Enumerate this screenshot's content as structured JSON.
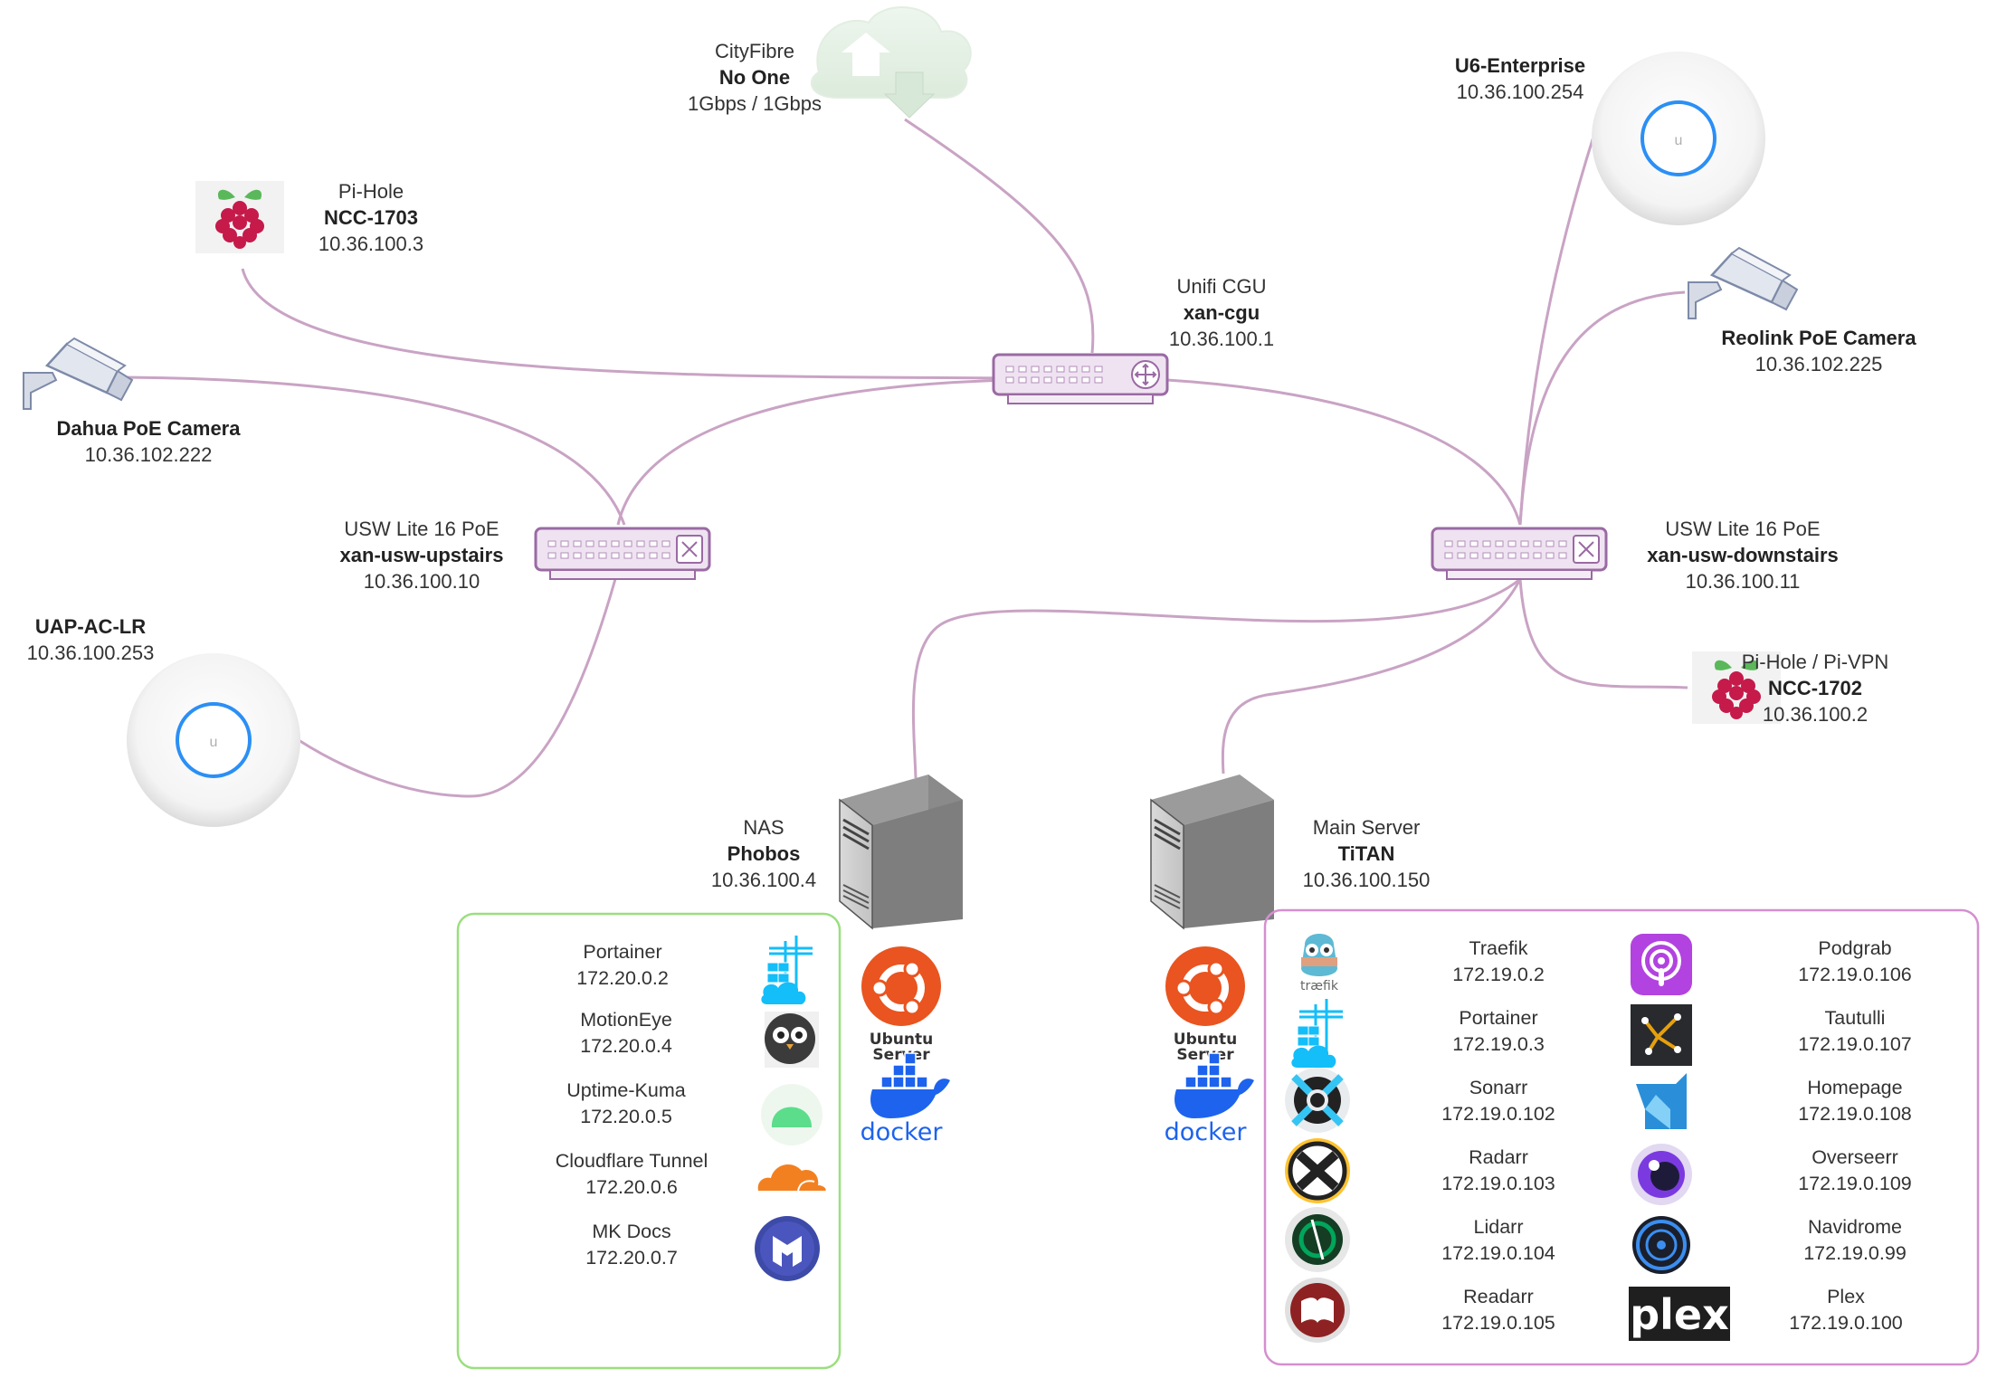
{
  "internet": {
    "provider": "CityFibre",
    "name": "No One",
    "speed": "1Gbps / 1Gbps"
  },
  "router": {
    "model": "Unifi CGU",
    "name": "xan-cgu",
    "ip": "10.36.100.1"
  },
  "pihole_1703": {
    "role": "Pi-Hole",
    "name": "NCC-1703",
    "ip": "10.36.100.3"
  },
  "pihole_1702": {
    "role": "Pi-Hole / Pi-VPN",
    "name": "NCC-1702",
    "ip": "10.36.100.2"
  },
  "dahua_cam": {
    "name": "Dahua PoE Camera",
    "ip": "10.36.102.222"
  },
  "reolink_cam": {
    "name": "Reolink PoE Camera",
    "ip": "10.36.102.225"
  },
  "ap_u6": {
    "name": "U6-Enterprise",
    "ip": "10.36.100.254"
  },
  "ap_lr": {
    "name": "UAP-AC-LR",
    "ip": "10.36.100.253"
  },
  "switch_up": {
    "model": "USW Lite 16 PoE",
    "name": "xan-usw-upstairs",
    "ip": "10.36.100.10"
  },
  "switch_down": {
    "model": "USW Lite 16 PoE",
    "name": "xan-usw-downstairs",
    "ip": "10.36.100.11"
  },
  "nas": {
    "role": "NAS",
    "name": "Phobos",
    "ip": "10.36.100.4"
  },
  "main_server": {
    "role": "Main Server",
    "name": "TiTAN",
    "ip": "10.36.100.150"
  },
  "os_labels": {
    "ubuntu_line1": "Ubuntu",
    "ubuntu_line2": "Server",
    "docker": "docker",
    "traefik": "træfik",
    "plex": "plex"
  },
  "nas_services": [
    {
      "name": "Portainer",
      "ip": "172.20.0.2"
    },
    {
      "name": "MotionEye",
      "ip": "172.20.0.4"
    },
    {
      "name": "Uptime-Kuma",
      "ip": "172.20.0.5"
    },
    {
      "name": "Cloudflare Tunnel",
      "ip": "172.20.0.6"
    },
    {
      "name": "MK Docs",
      "ip": "172.20.0.7"
    }
  ],
  "titan_services_left": [
    {
      "name": "Traefik",
      "ip": "172.19.0.2"
    },
    {
      "name": "Portainer",
      "ip": "172.19.0.3"
    },
    {
      "name": "Sonarr",
      "ip": "172.19.0.102"
    },
    {
      "name": "Radarr",
      "ip": "172.19.0.103"
    },
    {
      "name": "Lidarr",
      "ip": "172.19.0.104"
    },
    {
      "name": "Readarr",
      "ip": "172.19.0.105"
    }
  ],
  "titan_services_right": [
    {
      "name": "Podgrab",
      "ip": "172.19.0.106"
    },
    {
      "name": "Tautulli",
      "ip": "172.19.0.107"
    },
    {
      "name": "Homepage",
      "ip": "172.19.0.108"
    },
    {
      "name": "Overseerr",
      "ip": "172.19.0.109"
    },
    {
      "name": "Navidrome",
      "ip": "172.19.0.99"
    },
    {
      "name": "Plex",
      "ip": "172.19.0.100"
    }
  ],
  "colors": {
    "link": "#c9a3c4",
    "switch_fill": "#efe3f2",
    "switch_stroke": "#9a6aa3",
    "nas_box": "#9adf7e",
    "titan_box": "#d58fd0",
    "ubuntu": "#e95420",
    "docker": "#1d63ed",
    "unifi_ring": "#2b8ff5"
  },
  "icons": {
    "internet": "cloud-updown-icon",
    "router": "router-icon",
    "switch": "switch-icon",
    "pi": "raspberry-pi-icon",
    "camera": "cctv-camera-icon",
    "ap": "unifi-access-point-icon",
    "server": "tower-server-icon"
  }
}
